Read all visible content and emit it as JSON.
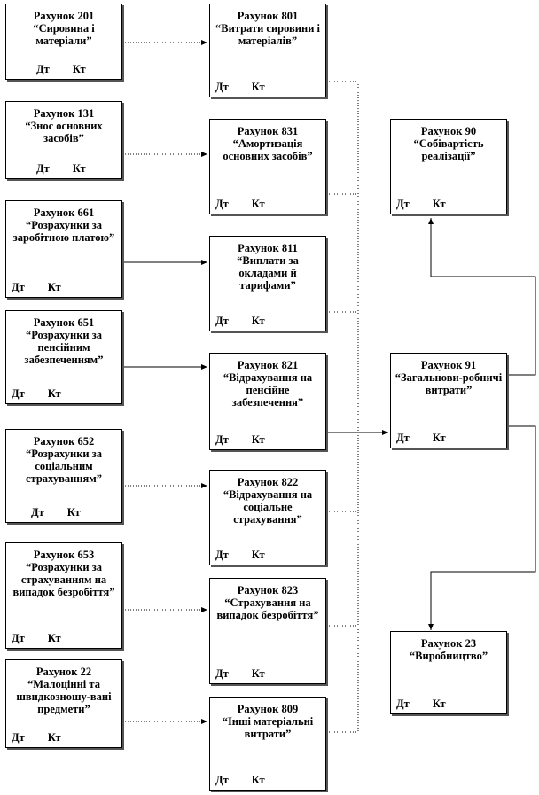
{
  "accounts": {
    "a201": {
      "name": "Рахунок 201",
      "desc": "“Сировина і матеріали”",
      "dt": "Дт",
      "kt": "Кт"
    },
    "a131": {
      "name": "Рахунок 131",
      "desc": "“Знос основних засобів”",
      "dt": "Дт",
      "kt": "Кт"
    },
    "a661": {
      "name": "Рахунок 661",
      "desc": "“Розрахунки за заробітною платою”",
      "dt": "Дт",
      "kt": "Кт"
    },
    "a651": {
      "name": "Рахунок 651",
      "desc": "“Розрахунки за пенсійним забезпеченням”",
      "dt": "Дт",
      "kt": "Кт"
    },
    "a652": {
      "name": "Рахунок 652",
      "desc": "“Розрахунки за соціальним страхуванням”",
      "dt": "Дт",
      "kt": "Кт"
    },
    "a653": {
      "name": "Рахунок 653",
      "desc": "“Розрахунки за страхуванням на випадок безробіття”",
      "dt": "Дт",
      "kt": "Кт"
    },
    "a22": {
      "name": "Рахунок 22",
      "desc": "“Малоцінні та швидкозношу-вані предмети”",
      "dt": "Дт",
      "kt": "Кт"
    },
    "a801": {
      "name": "Рахунок 801",
      "desc": "“Витрати сировини і матеріалів”",
      "dt": "Дт",
      "kt": "Кт"
    },
    "a831": {
      "name": "Рахунок 831",
      "desc": "“Амортизація основних засобів”",
      "dt": "Дт",
      "kt": "Кт"
    },
    "a811": {
      "name": "Рахунок 811",
      "desc": "“Виплати за окладами й тарифами”",
      "dt": "Дт",
      "kt": "Кт"
    },
    "a821": {
      "name": "Рахунок 821",
      "desc": "“Відрахування на пенсійне забезпечення”",
      "dt": "Дт",
      "kt": "Кт"
    },
    "a822": {
      "name": "Рахунок 822",
      "desc": "“Відрахування на соціальне страхування”",
      "dt": "Дт",
      "kt": "Кт"
    },
    "a823": {
      "name": "Рахунок 823",
      "desc": "“Страхування на випадок безробіття”",
      "dt": "Дт",
      "kt": "Кт"
    },
    "a809": {
      "name": "Рахунок 809",
      "desc": "“Інші матеріальні витрати”",
      "dt": "Дт",
      "kt": "Кт"
    },
    "a90": {
      "name": "Рахунок 90",
      "desc": "“Собівартість реалізації”",
      "dt": "Дт",
      "kt": "Кт"
    },
    "a91": {
      "name": "Рахунок 91",
      "desc": "“Загальнови-робничі витрати”",
      "dt": "Дт",
      "kt": "Кт"
    },
    "a23": {
      "name": "Рахунок 23",
      "desc": "“Виробництво”",
      "dt": "Дт",
      "kt": "Кт"
    }
  }
}
